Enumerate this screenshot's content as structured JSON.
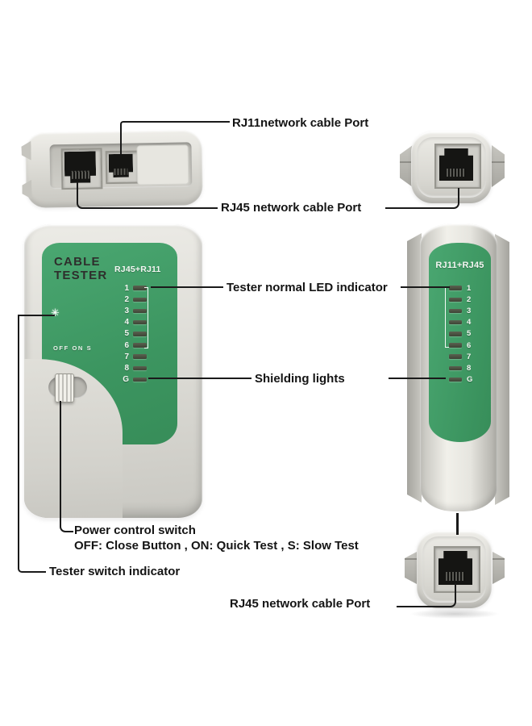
{
  "colors": {
    "background": "#ffffff",
    "device_body": "#dcdbd5",
    "panel_green": "#3f9a64",
    "led_bar": "#49513f",
    "callout_line": "#1a1a1a",
    "label_text": "#141414"
  },
  "callouts": {
    "rj11_top": "RJ11network cable Port",
    "rj45_top": "RJ45 network cable Port",
    "led_normal": "Tester normal LED indicator",
    "shielding": "Shielding lights",
    "power_title": "Power control switch",
    "power_desc": "OFF: Close Button , ON: Quick Test , S: Slow Test",
    "switch_indicator": "Tester switch indicator",
    "rj45_bottom": "RJ45 network cable Port"
  },
  "main_tester": {
    "title_line1": "CABLE",
    "title_line2": "TESTER",
    "heading": "RJ45+RJ11",
    "switch_scale": "OFF ON S",
    "indicator_icon": "✳",
    "leds": [
      "1",
      "2",
      "3",
      "4",
      "5",
      "6",
      "7",
      "8",
      "G"
    ]
  },
  "remote_unit": {
    "heading": "RJ11+RJ45",
    "leds": [
      "1",
      "2",
      "3",
      "4",
      "5",
      "6",
      "7",
      "8",
      "G"
    ]
  }
}
